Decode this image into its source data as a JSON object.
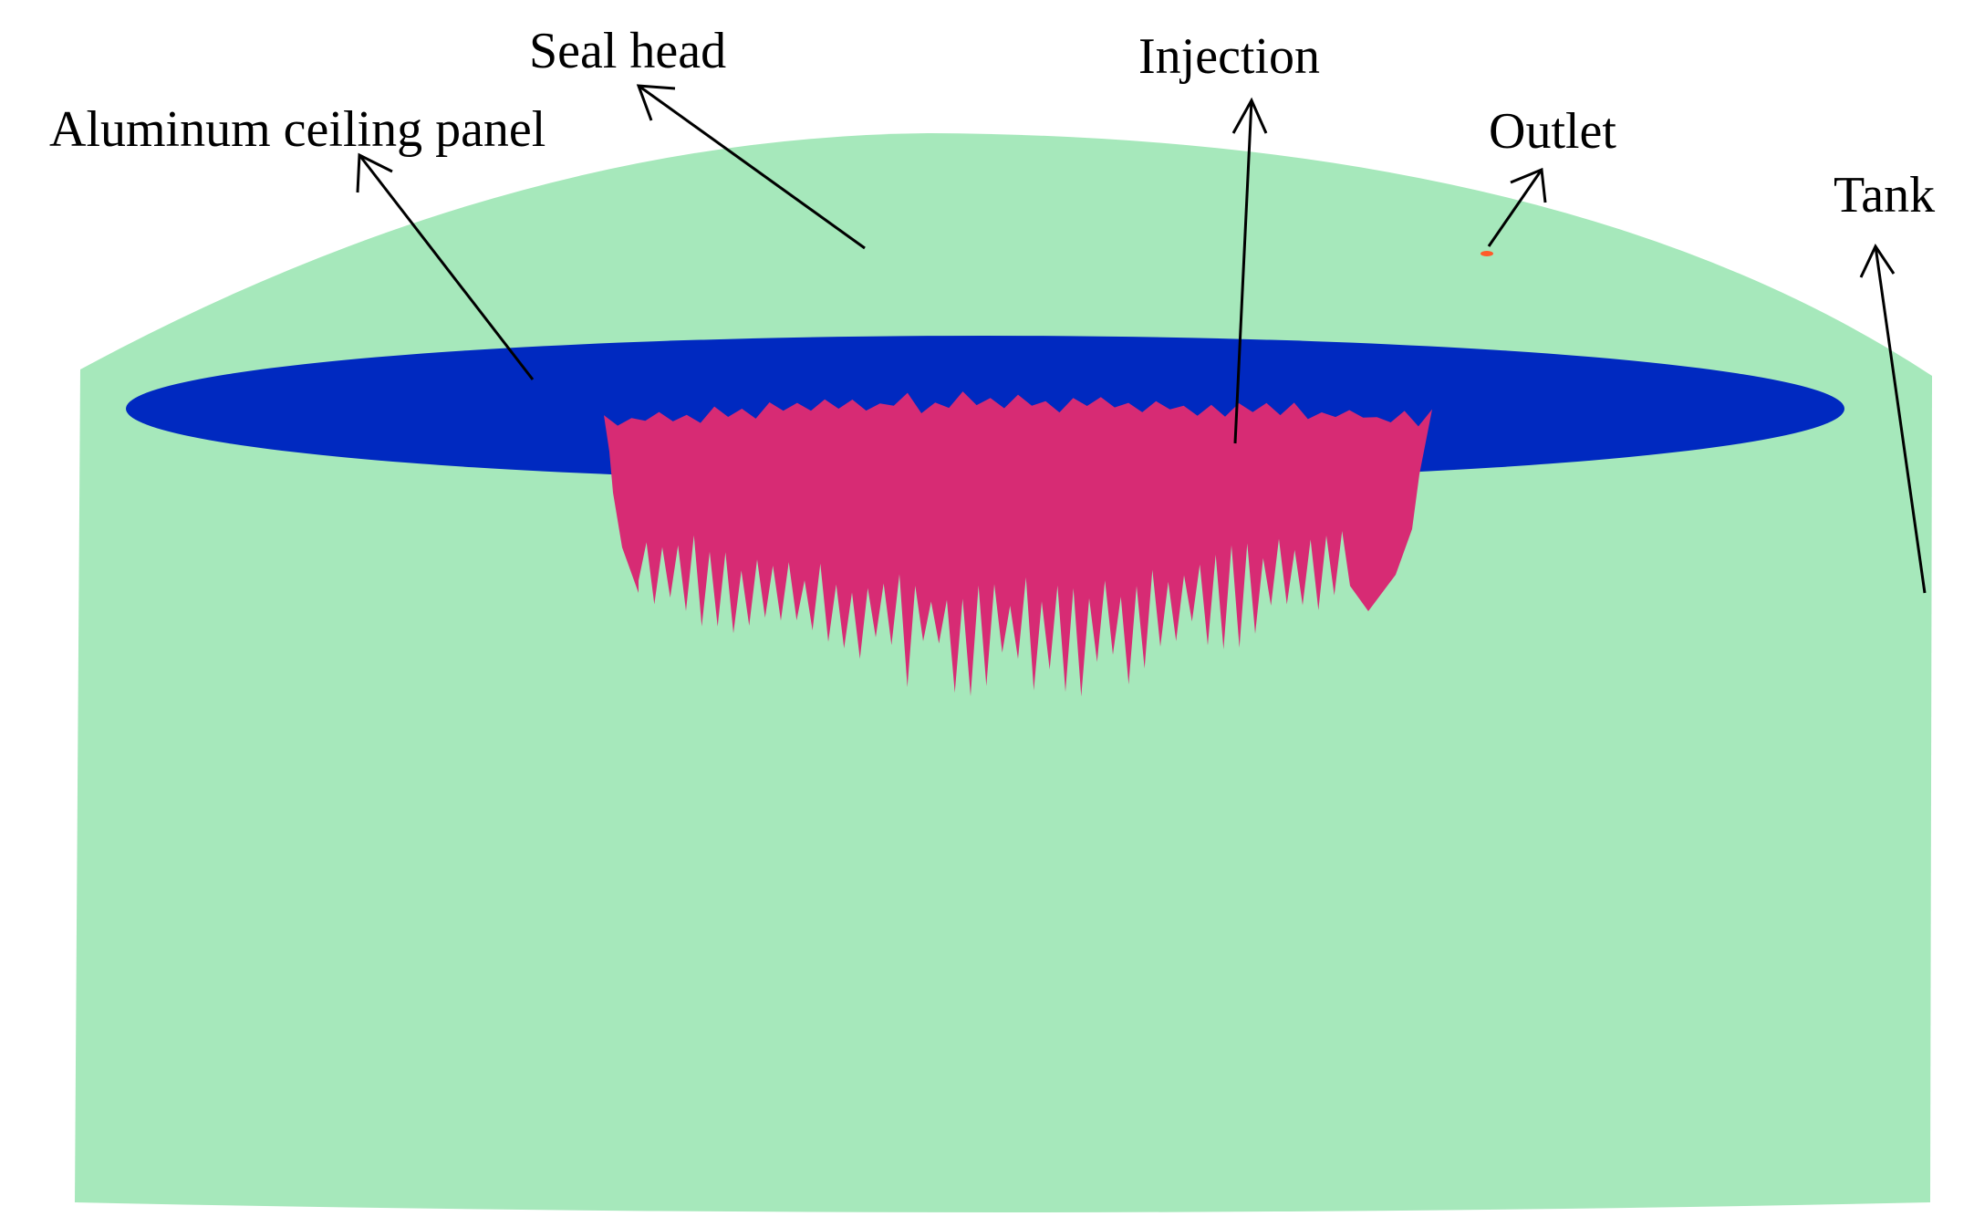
{
  "labels": {
    "seal_head": "Seal head",
    "aluminum_panel": "Aluminum ceiling panel",
    "injection": "Injection",
    "outlet": "Outlet",
    "tank": "Tank"
  },
  "colors": {
    "tank_fill": "#a6e8bb",
    "panel_fill": "#0029c0",
    "injection_fill": "#d72b74",
    "outlet_fill": "#ff5a2a",
    "label_text": "#000000",
    "background": "#ffffff"
  }
}
